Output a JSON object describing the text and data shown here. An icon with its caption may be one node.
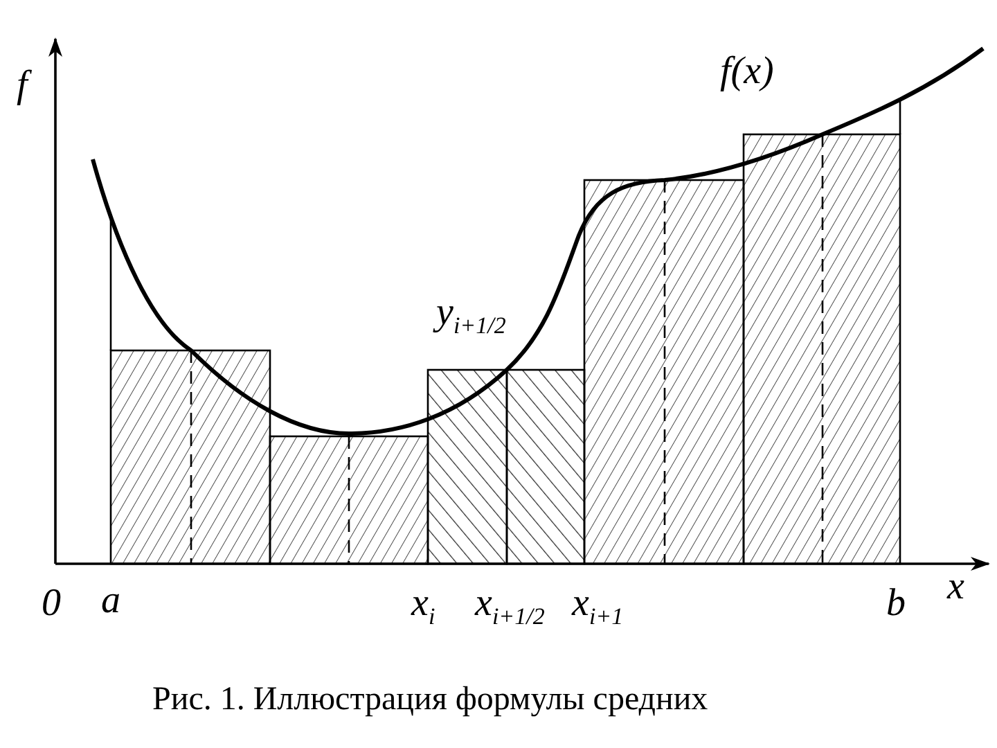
{
  "diagram": {
    "caption": "Рис. 1. Иллюстрация формулы средних",
    "labels": [
      "f",
      "f(x)",
      "y$_{i+1/2}$",
      "0",
      "a",
      "x$_{i}$",
      "x$_{i+1/2}$",
      "x$_{i+1}$",
      "b",
      "x"
    ]
  }
}
